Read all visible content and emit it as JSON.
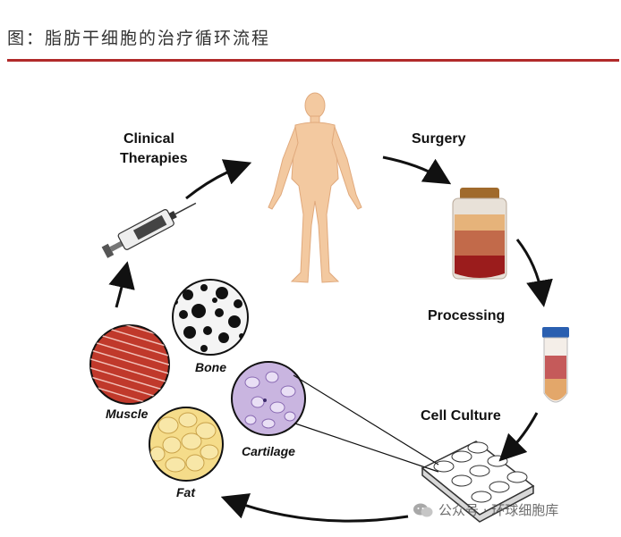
{
  "header": {
    "title": "图：脂肪干细胞的治疗循环流程",
    "rule_color": "#b12a2a"
  },
  "diagram": {
    "labels": {
      "clinical_therapies_line1": "Clinical",
      "clinical_therapies_line2": "Therapies",
      "surgery": "Surgery",
      "processing": "Processing",
      "cell_culture": "Cell Culture",
      "bone": "Bone",
      "muscle": "Muscle",
      "cartilage": "Cartilage",
      "fat": "Fat"
    },
    "icons": [
      "human-figure-icon",
      "blood-bottle-icon",
      "test-tube-icon",
      "culture-plate-icon",
      "syringe-icon",
      "bone-tissue-icon",
      "muscle-tissue-icon",
      "cartilage-tissue-icon",
      "fat-tissue-icon"
    ],
    "colors": {
      "skin": "#f3c9a0",
      "blood": "#9b1c1c",
      "muscle": "#c0392b",
      "cartilage": "#c9b5e0",
      "fat": "#f5dc8a",
      "arrow": "#111111"
    }
  },
  "watermark": {
    "text": "公众号 · 环球细胞库"
  }
}
